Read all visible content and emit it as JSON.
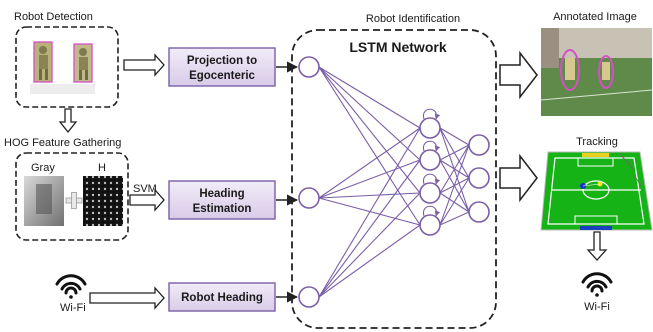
{
  "labels": {
    "robot_detection": "Robot Detection",
    "hog_gathering": "HOG Feature Gathering",
    "gray": "Gray",
    "h": "H",
    "svm": "SVM",
    "robot_identification": "Robot Identification",
    "lstm_network": "LSTM Network",
    "annotated_image": "Annotated Image",
    "tracking": "Tracking",
    "wifi_left": "Wi-Fi",
    "wifi_right": "Wi-Fi"
  },
  "boxes": {
    "projection_line1": "Projection to",
    "projection_line2": "Egocenteric",
    "heading_line1": "Heading",
    "heading_line2": "Estimation",
    "robot_heading": "Robot Heading"
  },
  "network": {
    "layer_sizes": [
      3,
      4,
      3
    ]
  },
  "colors": {
    "box_fill": "#e4dcef",
    "box_stroke": "#7a5fa6",
    "network": "#7a5fa6",
    "field_green": "#16b316",
    "detection_box": "#d64fc8"
  }
}
